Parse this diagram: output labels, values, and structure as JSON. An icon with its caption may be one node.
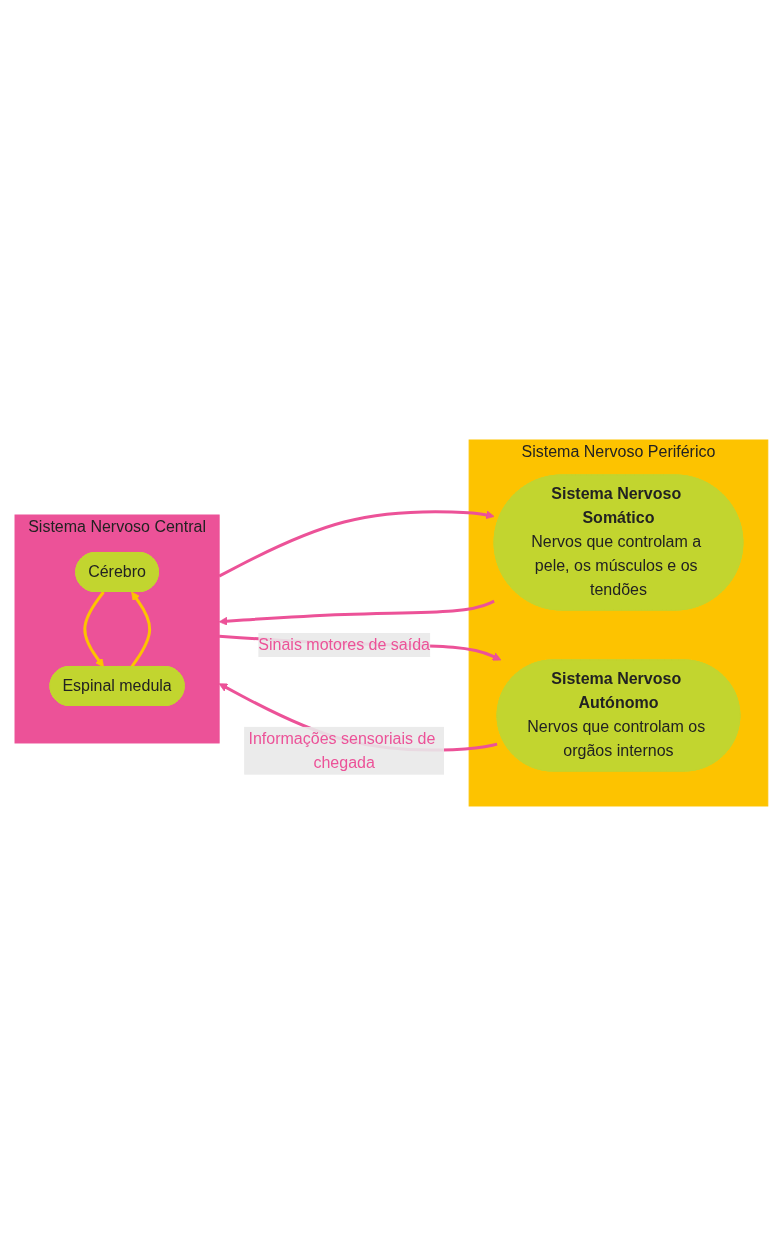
{
  "diagram": {
    "nodes": [
      {
        "text": [
          "Sistema Nervoso Periférico"
        ]
      },
      {
        "text": [
          "Sistema Nervoso Central"
        ]
      },
      {
        "text": [
          "Cérebro"
        ],
        "in": 1
      },
      {
        "text": [
          "Espinal medula"
        ],
        "in": 1
      },
      {
        "text": [
          "Sistema Nervoso Somático",
          "Nervos que controlam a pele, os músculos e os tendões"
        ],
        "in": 0
      },
      {
        "text": [
          "Sistema Nervoso Autónomo",
          "Nervos que controlam os orgãos internos"
        ],
        "in": 0
      }
    ],
    "edges": [
      {
        "from": 3,
        "to": 2,
        "arrow": "to",
        "color": "#fdc300"
      },
      {
        "from": 2,
        "to": 3,
        "arrow": "to",
        "color": "#fdc300"
      },
      {
        "from": 4,
        "to": 1,
        "arrow": "to"
      },
      {
        "from": 1,
        "to": 4,
        "arrow": "to"
      },
      {
        "from": 5,
        "to": 1,
        "arrow": "to",
        "label": "Informações sensoriais de chegada"
      },
      {
        "from": 1,
        "to": 5,
        "arrow": "to",
        "label": "Sinais motores de saída"
      }
    ]
  }
}
